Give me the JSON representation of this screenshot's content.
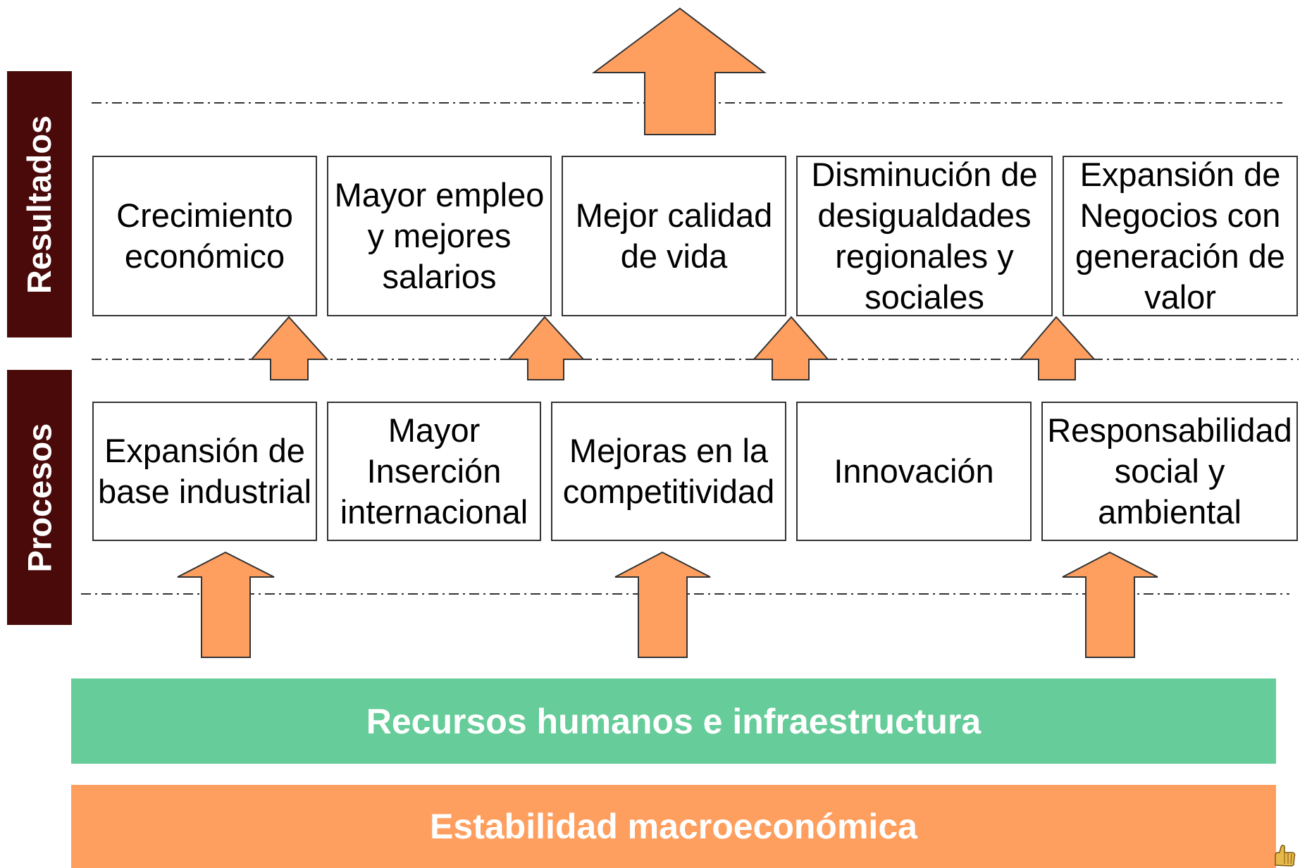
{
  "side_labels": {
    "results": "Resultados",
    "processes": "Procesos"
  },
  "results": [
    "Crecimiento\neconómico",
    "Mayor empleo\ny mejores\nsalarios",
    "Mejor calidad\nde vida",
    "Disminución de\ndesigualdades\nregionales y\nsociales",
    "Expansión de\nNegocios con\ngeneración de\nvalor"
  ],
  "processes": [
    "Expansión de\nbase industrial",
    "Mayor\nInserción\ninternacional",
    "Mejoras en la\ncompetitividad",
    "Innovación",
    "Responsabilidad\nsocial y\nambiental"
  ],
  "foundations": {
    "resources": "Recursos humanos e infraestructura",
    "stability": "Estabilidad macroeconómica"
  },
  "colors": {
    "arrow_fill": "#ff9f5f",
    "side_label_bg": "#4a0a0a",
    "resources_band": "#66cc99",
    "stability_band": "#ff9f5f"
  },
  "corner_icon": "hand-pointer-icon"
}
